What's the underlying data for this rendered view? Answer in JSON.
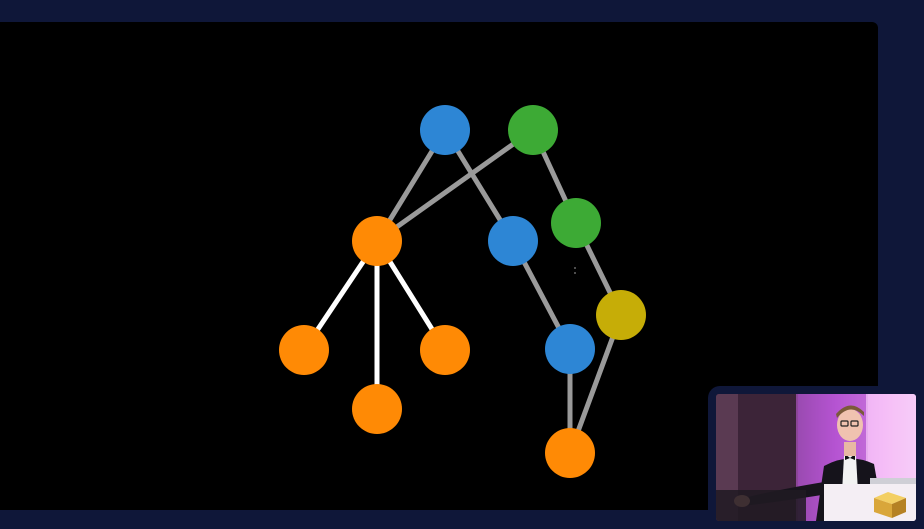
{
  "diagram": {
    "colors": {
      "background": "#000000",
      "frame": "#0f1739",
      "blue": "#2d86d5",
      "green": "#3daa35",
      "orange": "#ff8a05",
      "yellow": "#c6ad07",
      "edge_gray": "#9a9a9a",
      "edge_white": "#ffffff"
    },
    "nodes": [
      {
        "id": "blue-top",
        "color": "blue"
      },
      {
        "id": "green-top",
        "color": "green"
      },
      {
        "id": "orange-mid",
        "color": "orange"
      },
      {
        "id": "blue-mid",
        "color": "blue"
      },
      {
        "id": "green-mid",
        "color": "green"
      },
      {
        "id": "yellow",
        "color": "yellow"
      },
      {
        "id": "blue-low",
        "color": "blue"
      },
      {
        "id": "orange-left",
        "color": "orange"
      },
      {
        "id": "orange-center",
        "color": "orange"
      },
      {
        "id": "orange-right",
        "color": "orange"
      },
      {
        "id": "orange-bottom",
        "color": "orange"
      }
    ],
    "edges": [
      {
        "from": "blue-top",
        "to": "orange-mid",
        "style": "gray"
      },
      {
        "from": "green-top",
        "to": "orange-mid",
        "style": "gray"
      },
      {
        "from": "blue-top",
        "to": "blue-mid",
        "style": "gray"
      },
      {
        "from": "green-top",
        "to": "green-mid",
        "style": "gray"
      },
      {
        "from": "blue-mid",
        "to": "blue-low",
        "style": "gray"
      },
      {
        "from": "green-mid",
        "to": "yellow",
        "style": "gray"
      },
      {
        "from": "blue-low",
        "to": "orange-bottom",
        "style": "gray"
      },
      {
        "from": "yellow",
        "to": "orange-bottom",
        "style": "gray"
      },
      {
        "from": "orange-mid",
        "to": "orange-left",
        "style": "white"
      },
      {
        "from": "orange-mid",
        "to": "orange-center",
        "style": "white"
      },
      {
        "from": "orange-mid",
        "to": "orange-right",
        "style": "white"
      }
    ]
  },
  "presenter_video": {
    "icon": "presenter-video"
  }
}
